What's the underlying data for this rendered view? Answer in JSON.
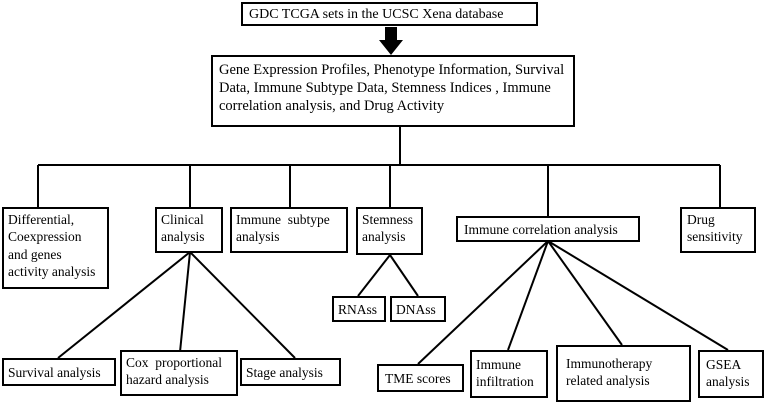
{
  "root": {
    "label": "GDC TCGA sets in the UCSC Xena database"
  },
  "data_box": {
    "lines": [
      "Gene Expression Profiles, Phenotype Information, Survival",
      "Data, Immune Subtype Data, Stemness Indices , Immune",
      "correlation analysis, and Drug Activity"
    ]
  },
  "branches": {
    "differential": {
      "lines": [
        "Differential,",
        "Coexpression",
        "and genes",
        "activity analysis"
      ]
    },
    "clinical": {
      "lines": [
        "Clinical",
        "analysis"
      ]
    },
    "immune_subtype": {
      "lines": [
        "Immune  subtype",
        "analysis"
      ]
    },
    "stemness": {
      "lines": [
        "Stemness",
        "analysis"
      ]
    },
    "immune_correlation": {
      "lines": [
        "Immune correlation analysis"
      ]
    },
    "drug": {
      "lines": [
        "Drug",
        "sensitivity"
      ]
    }
  },
  "leaves": {
    "survival": {
      "label": "Survival analysis"
    },
    "cox": {
      "lines": [
        "Cox  proportional",
        "hazard analysis"
      ]
    },
    "stage": {
      "label": "Stage analysis"
    },
    "rnass": {
      "label": "RNAss"
    },
    "dnass": {
      "label": "DNAss"
    },
    "tme": {
      "label": "TME scores"
    },
    "infiltration": {
      "lines": [
        "Immune",
        "infiltration"
      ]
    },
    "immunotherapy": {
      "lines": [
        "Immunotherapy",
        "related analysis"
      ]
    },
    "gsea": {
      "lines": [
        "GSEA",
        "analysis"
      ]
    }
  }
}
